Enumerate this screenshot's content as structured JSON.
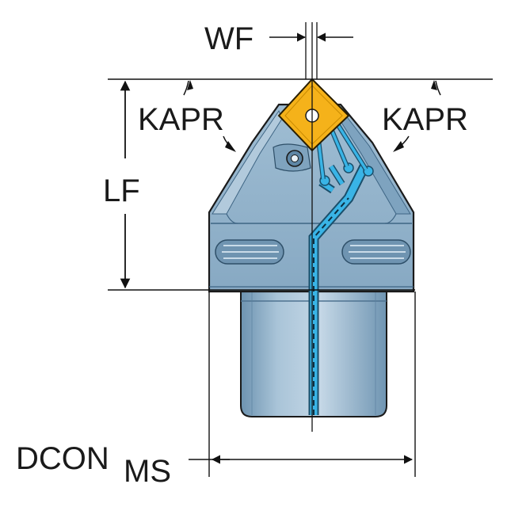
{
  "labels": {
    "wf": "WF",
    "kapr_left": "KAPR",
    "kapr_right": "KAPR",
    "lf": "LF",
    "dcon_main": "DCON",
    "dcon_sub": "MS"
  },
  "colors": {
    "body": "#8fb2cc",
    "body_dark": "#5f87a6",
    "body_light": "#b9d0e0",
    "insert": "#f5b21a",
    "insert_edge": "#3a2a00",
    "coolant": "#39b4e6",
    "outline": "#1a1a1a",
    "line": "#111111"
  }
}
